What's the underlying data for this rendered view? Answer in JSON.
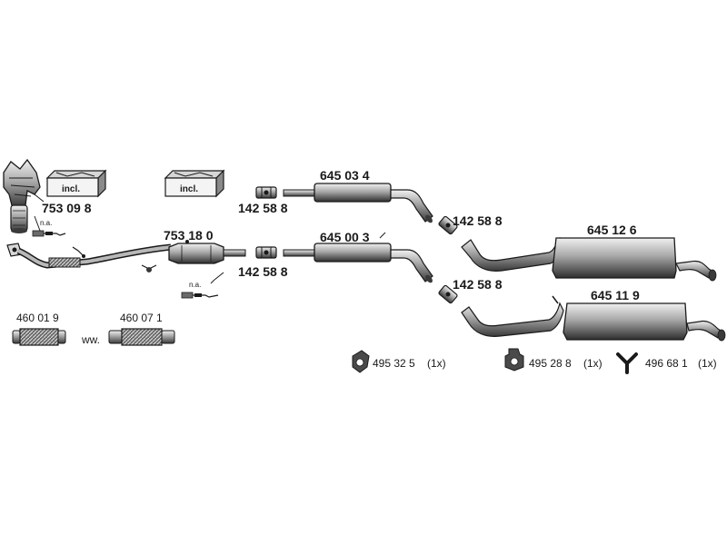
{
  "parts": {
    "manifold_kit": {
      "number": "753 09 8",
      "incl": "incl.",
      "note": "n.a."
    },
    "catalyst_kit": {
      "incl": "incl."
    },
    "catalyst": {
      "number": "753 18 0",
      "note": "n.a."
    },
    "clamp_upper": {
      "number": "142 58 8"
    },
    "clamp_lower": {
      "number": "142 58 8"
    },
    "middle_silencer_upper": {
      "number": "645 03 4"
    },
    "middle_silencer_lower": {
      "number": "645 00 3"
    },
    "clamp_right_upper": {
      "number": "142 58 8"
    },
    "clamp_right_lower": {
      "number": "142 58 8"
    },
    "rear_silencer_upper": {
      "number": "645 12 6"
    },
    "rear_silencer_lower": {
      "number": "645 11 9"
    },
    "flex_pipe_1": {
      "number": "460 01 9"
    },
    "flex_pipe_2": {
      "number": "460 07 1"
    },
    "flex_alt": {
      "text": "ww."
    },
    "mount_1": {
      "number": "495 32 5",
      "qty": "(1x)"
    },
    "mount_2": {
      "number": "495 28 8",
      "qty": "(1x)"
    },
    "mount_3": {
      "number": "496 68 1",
      "qty": "(1x)"
    }
  },
  "colors": {
    "ink": "#1a1a1a",
    "grey": "#8a8a8a",
    "light": "#c8c8c8",
    "dark": "#3a3a3a"
  }
}
